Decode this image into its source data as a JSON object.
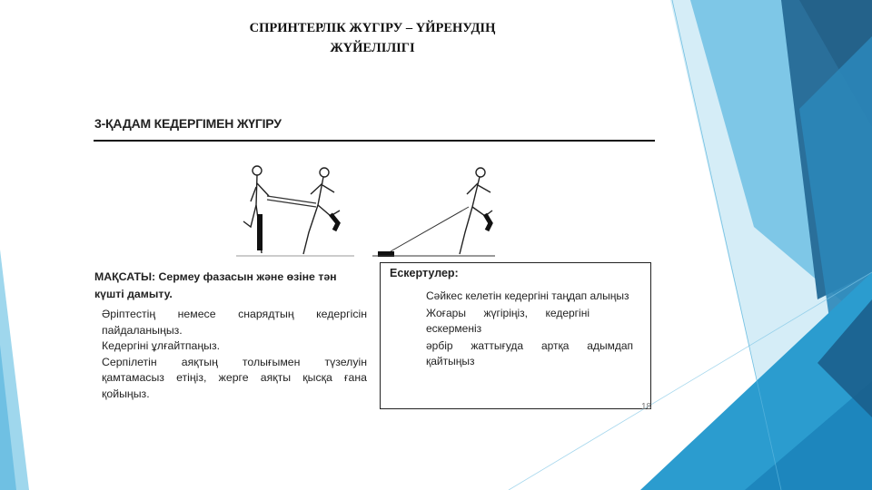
{
  "title": {
    "line1": "СПРИНТЕРЛІК ЖҮГІРУ – ҮЙРЕНУДІҢ",
    "line2": "ЖҮЙЕЛІЛІГІ"
  },
  "section_heading": "3-ҚАДАМ КЕДЕРГІМЕН ЖҮГІРУ",
  "goal": {
    "title": "МАҚСАТЫ: Сермеу фазасын және өзіне тән күшті дамыту.",
    "items": [
      "Әріптестің немесе снарядтың кедергісін пайдаланыңыз.",
      "Кедергіні ұлғайтпаңыз.",
      "Серпілетін аяқтың толығымен түзелуін қамтамасыз етіңіз, жерге аяқты қысқа ғана қойыңыз."
    ]
  },
  "notes": {
    "title": "Ескертулер:",
    "items": [
      "Сәйкес келетін кедергіні таңдап алыңыз",
      "Жоғары жүгіріңіз, кедергіні ескерменіз",
      "әрбір жаттығуда артқа адымдап қайтыңыз"
    ]
  },
  "page_number": "18",
  "colors": {
    "deco_dark": "#2a6f9a",
    "deco_mid": "#2b9ccf",
    "deco_light": "#8ed0ea",
    "text": "#222222"
  }
}
